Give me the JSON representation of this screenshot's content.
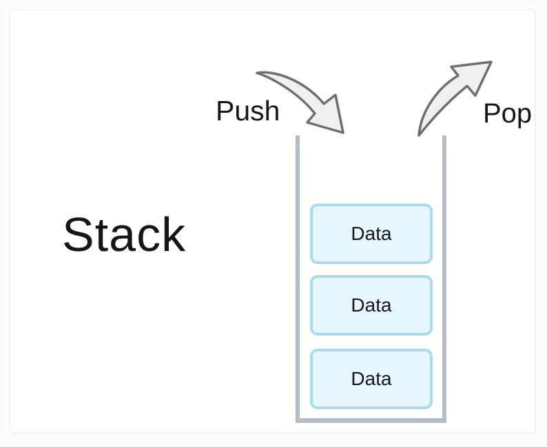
{
  "diagram": {
    "title": "Stack",
    "push_label": "Push",
    "pop_label": "Pop",
    "items": [
      "Data",
      "Data",
      "Data"
    ],
    "colors": {
      "container_bar": "#b4bcc4",
      "item_fill": "#e6f6fc",
      "item_border": "#a8dcec",
      "arrow_fill": "#f0f0f0",
      "arrow_stroke": "#6e6e6e",
      "text": "#161616",
      "card_background": "#ffffff",
      "card_border": "#ececec",
      "page_background": "#fcfcfc"
    }
  }
}
